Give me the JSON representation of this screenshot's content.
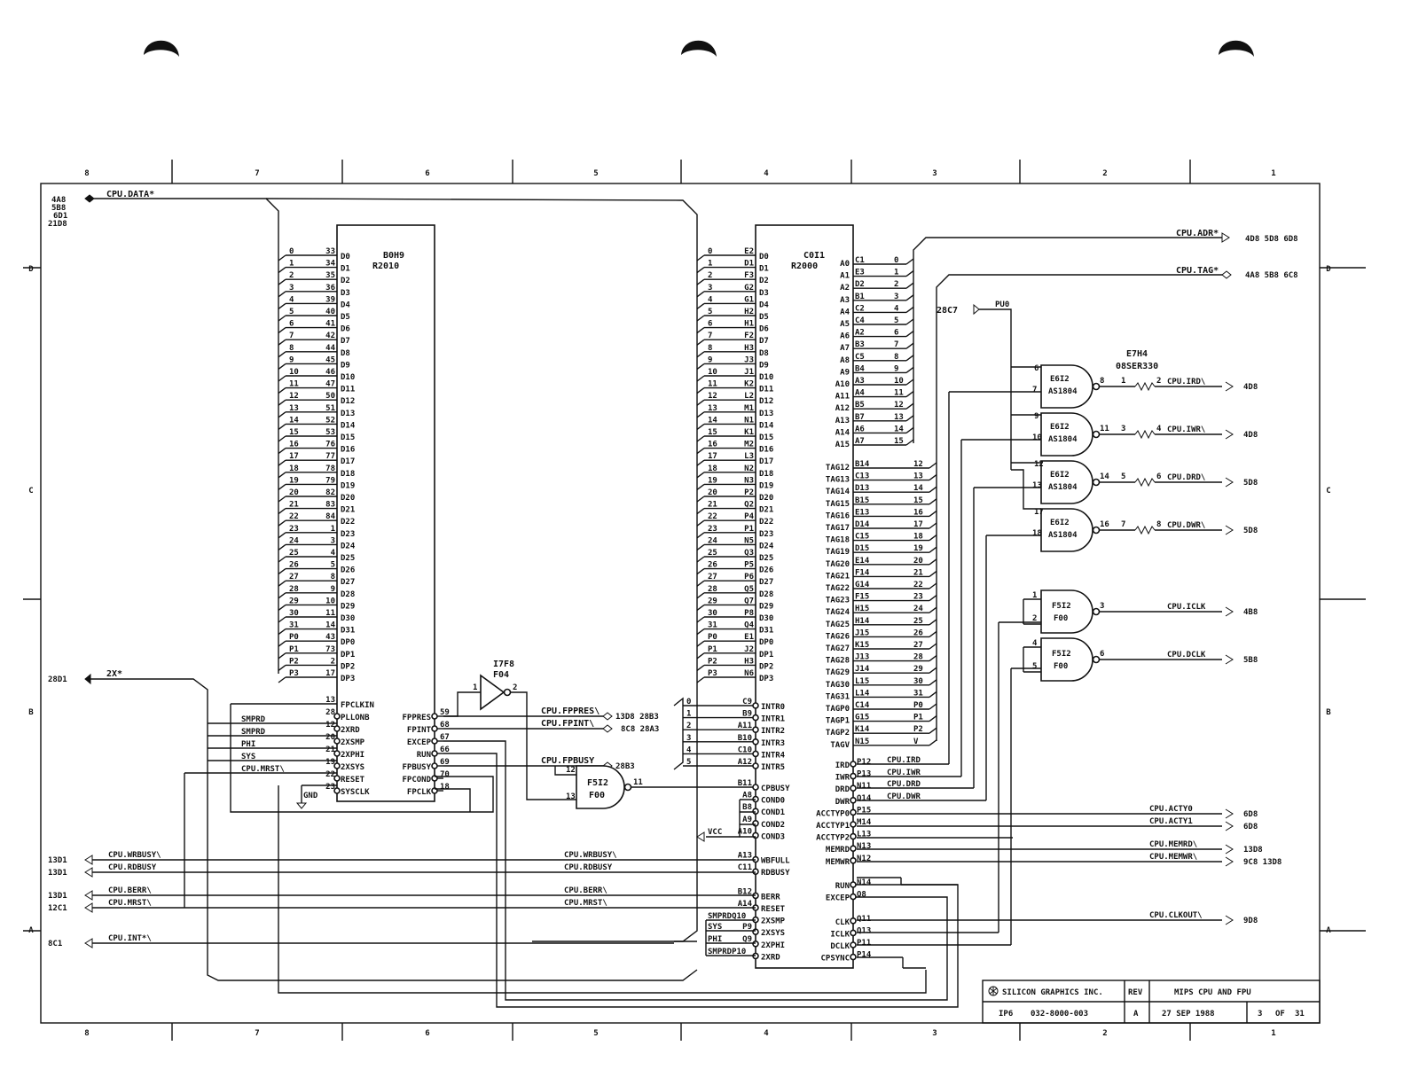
{
  "frame": {
    "col_labels": [
      "8",
      "7",
      "6",
      "5",
      "4",
      "3",
      "2",
      "1"
    ],
    "row_labels": [
      "D",
      "C",
      "B",
      "A"
    ]
  },
  "nets": {
    "cpu_data": "CPU.DATA*",
    "cpu_data_refs": [
      "4A8",
      "5B8",
      "6D1",
      "21D8"
    ],
    "cpu_adr": "CPU.ADR*",
    "cpu_adr_refs": "4D8  5D8  6D8",
    "cpu_tag": "CPU.TAG*",
    "cpu_tag_refs": "4A8  5B8  6C8",
    "pu0_ref": "28C7",
    "pu0": "PU0",
    "x2_ref": "28D1",
    "x2": "2X*",
    "fppres": "CPU.FPPRES\\",
    "fppres_ref": "13D8 28B3",
    "fpint": "CPU.FPINT\\",
    "fpint_ref": "8C8 28A3",
    "fpbusy": "CPU.FPBUSY",
    "fpbusy_ref": "28B3",
    "gnd": "GND",
    "vcc": "VCC",
    "left_in": [
      {
        "ref": "13D1",
        "name": "CPU.WRBUSY\\"
      },
      {
        "ref": "13D1",
        "name": "CPU.RDBUSY"
      },
      {
        "ref": "13D1",
        "name": "CPU.BERR\\"
      },
      {
        "ref": "12C1",
        "name": "CPU.MRST\\"
      },
      {
        "ref": "8C1",
        "name": "CPU.INT*\\"
      }
    ],
    "mid_bus": [
      "CPU.WRBUSY\\",
      "CPU.RDBUSY",
      "CPU.BERR\\",
      "CPU.MRST\\"
    ],
    "fp_ctrl": [
      "SMPRD",
      "SMPRD",
      "PHI",
      "SYS",
      "CPU.MRST\\"
    ],
    "cpu_ctrl_in": [
      "SMPRDQ10",
      "SYS",
      "PHI",
      "SMPRDP10"
    ],
    "cpu_ctrl_pins": [
      "",
      "P9",
      "Q9",
      ""
    ],
    "strobes": [
      "CPU.IRD",
      "CPU.IWR",
      "CPU.DRD",
      "CPU.DWR"
    ],
    "right_out": [
      {
        "name": "CPU.IRD\\",
        "ref": "4D8"
      },
      {
        "name": "CPU.IWR\\",
        "ref": "4D8"
      },
      {
        "name": "CPU.DRD\\",
        "ref": "5D8"
      },
      {
        "name": "CPU.DWR\\",
        "ref": "5D8"
      },
      {
        "name": "CPU.ICLK",
        "ref": "4B8"
      },
      {
        "name": "CPU.DCLK",
        "ref": "5B8"
      },
      {
        "name": "CPU.ACTY0",
        "ref": "6D8"
      },
      {
        "name": "CPU.ACTY1",
        "ref": "6D8"
      },
      {
        "name": "CPU.MEMRD\\",
        "ref": "13D8"
      },
      {
        "name": "CPU.MEMWR\\",
        "ref": "9C8 13D8"
      },
      {
        "name": "CPU.CLKOUT\\",
        "ref": "9D8"
      }
    ]
  },
  "fpu": {
    "ref": "B0H9",
    "part": "R2010",
    "bus_nums": [
      "0",
      "1",
      "2",
      "3",
      "4",
      "5",
      "6",
      "7",
      "8",
      "9",
      "10",
      "11",
      "12",
      "13",
      "14",
      "15",
      "16",
      "17",
      "18",
      "19",
      "20",
      "21",
      "22",
      "23",
      "24",
      "25",
      "26",
      "27",
      "28",
      "29",
      "30",
      "31",
      "P0",
      "P1",
      "P2",
      "P3"
    ],
    "pins": [
      "33",
      "34",
      "35",
      "36",
      "39",
      "40",
      "41",
      "42",
      "44",
      "45",
      "46",
      "47",
      "50",
      "51",
      "52",
      "53",
      "76",
      "77",
      "78",
      "79",
      "82",
      "83",
      "84",
      "1",
      "3",
      "4",
      "5",
      "8",
      "9",
      "10",
      "11",
      "14",
      "43",
      "73",
      "2",
      "17"
    ],
    "names": [
      "D0",
      "D1",
      "D2",
      "D3",
      "D4",
      "D5",
      "D6",
      "D7",
      "D8",
      "D9",
      "D10",
      "D11",
      "D12",
      "D13",
      "D14",
      "D15",
      "D16",
      "D17",
      "D18",
      "D19",
      "D20",
      "D21",
      "D22",
      "D23",
      "D24",
      "D25",
      "D26",
      "D27",
      "D28",
      "D29",
      "D30",
      "D31",
      "DP0",
      "DP1",
      "DP2",
      "DP3"
    ],
    "left_ctrl": [
      {
        "pin": "13",
        "name": "FPCLKIN"
      },
      {
        "pin": "28",
        "name": "PLLONB"
      },
      {
        "pin": "12",
        "name": "2XRD"
      },
      {
        "pin": "20",
        "name": "2XSMP"
      },
      {
        "pin": "21",
        "name": "2XPHI"
      },
      {
        "pin": "19",
        "name": "2XSYS"
      },
      {
        "pin": "22",
        "name": "RESET"
      },
      {
        "pin": "23",
        "name": "SYSCLK"
      }
    ],
    "right_ctrl": [
      {
        "pin": "59",
        "name": "FPPRES"
      },
      {
        "pin": "68",
        "name": "FPINT"
      },
      {
        "pin": "67",
        "name": "EXCEP"
      },
      {
        "pin": "66",
        "name": "RUN"
      },
      {
        "pin": "69",
        "name": "FPBUSY"
      },
      {
        "pin": "70",
        "name": "FPCOND"
      },
      {
        "pin": "18",
        "name": "FPCLK"
      }
    ]
  },
  "inverter": {
    "ref": "I7F8",
    "part": "F04",
    "pin_in": "1",
    "pin_out": "2"
  },
  "busy_gate": {
    "ref": "F5I2",
    "part": "F00",
    "pins": [
      "12",
      "13",
      "11"
    ]
  },
  "cpu": {
    "ref": "C0I1",
    "part": "R2000",
    "bus_nums": [
      "0",
      "1",
      "2",
      "3",
      "4",
      "5",
      "6",
      "7",
      "8",
      "9",
      "10",
      "11",
      "12",
      "13",
      "14",
      "15",
      "16",
      "17",
      "18",
      "19",
      "20",
      "21",
      "22",
      "23",
      "24",
      "25",
      "26",
      "27",
      "28",
      "29",
      "30",
      "31",
      "P0",
      "P1",
      "P2",
      "P3"
    ],
    "dpins": [
      "E2",
      "D1",
      "F3",
      "G2",
      "G1",
      "H2",
      "H1",
      "F2",
      "H3",
      "J3",
      "J1",
      "K2",
      "L2",
      "M1",
      "N1",
      "K1",
      "M2",
      "L3",
      "N2",
      "N3",
      "P2",
      "Q2",
      "P4",
      "P1",
      "N5",
      "Q3",
      "P5",
      "P6",
      "Q5",
      "Q7",
      "P8",
      "Q4",
      "E1",
      "J2",
      "H3",
      "N6"
    ],
    "dnames": [
      "D0",
      "D1",
      "D2",
      "D3",
      "D4",
      "D5",
      "D6",
      "D7",
      "D8",
      "D9",
      "D10",
      "D11",
      "D12",
      "D13",
      "D14",
      "D15",
      "D16",
      "D17",
      "D18",
      "D19",
      "D20",
      "D21",
      "D22",
      "D23",
      "D24",
      "D25",
      "D26",
      "D27",
      "D28",
      "D29",
      "D30",
      "D31",
      "DP0",
      "DP1",
      "DP2",
      "DP3"
    ],
    "int_nums": [
      "0",
      "1",
      "2",
      "3",
      "4",
      "5"
    ],
    "int_pins": [
      "C9",
      "B9",
      "A11",
      "B10",
      "C10",
      "A12"
    ],
    "int_names": [
      "INTR0",
      "INTR1",
      "INTR2",
      "INTR3",
      "INTR4",
      "INTR5"
    ],
    "left_lower": [
      {
        "pin": "B11",
        "name": "CPBUSY"
      },
      {
        "pin": "A8",
        "name": "COND0"
      },
      {
        "pin": "B8",
        "name": "COND1"
      },
      {
        "pin": "A9",
        "name": "COND2"
      },
      {
        "pin": "A10",
        "name": "COND3"
      },
      {
        "pin": "",
        "name": ""
      },
      {
        "pin": "A13",
        "name": "WBFULL"
      },
      {
        "pin": "C11",
        "name": "RDBUSY"
      },
      {
        "pin": "",
        "name": ""
      },
      {
        "pin": "B12",
        "name": "BERR"
      },
      {
        "pin": "A14",
        "name": "RESET"
      },
      {
        "pin": "",
        "name": "2XSMP"
      },
      {
        "pin": "",
        "name": "2XSYS"
      },
      {
        "pin": "",
        "name": "2XPHI"
      },
      {
        "pin": "",
        "name": "2XRD"
      }
    ],
    "addr_names": [
      "A0",
      "A1",
      "A2",
      "A3",
      "A4",
      "A5",
      "A6",
      "A7",
      "A8",
      "A9",
      "A10",
      "A11",
      "A12",
      "A13",
      "A14",
      "A15"
    ],
    "addr_pins": [
      "C1",
      "E3",
      "D2",
      "B1",
      "C2",
      "C4",
      "A2",
      "B3",
      "C5",
      "B4",
      "A3",
      "A4",
      "B5",
      "B7",
      "A6",
      "A7"
    ],
    "addr_nums": [
      "0",
      "1",
      "2",
      "3",
      "4",
      "5",
      "6",
      "7",
      "8",
      "9",
      "10",
      "11",
      "12",
      "13",
      "14",
      "15"
    ],
    "tag_names": [
      "TAG12",
      "TAG13",
      "TAG14",
      "TAG15",
      "TAG16",
      "TAG17",
      "TAG18",
      "TAG19",
      "TAG20",
      "TAG21",
      "TAG22",
      "TAG23",
      "TAG24",
      "TAG25",
      "TAG26",
      "TAG27",
      "TAG28",
      "TAG29",
      "TAG30",
      "TAG31",
      "TAGP0",
      "TAGP1",
      "TAGP2",
      "TAGV"
    ],
    "tag_pins": [
      "B14",
      "C13",
      "D13",
      "B15",
      "E13",
      "D14",
      "C15",
      "D15",
      "E14",
      "F14",
      "G14",
      "F15",
      "H15",
      "H14",
      "J15",
      "K15",
      "J13",
      "J14",
      "L15",
      "L14",
      "C14",
      "G15",
      "K14",
      "N15"
    ],
    "tag_nums": [
      "12",
      "13",
      "14",
      "15",
      "16",
      "17",
      "18",
      "19",
      "20",
      "21",
      "22",
      "23",
      "24",
      "25",
      "26",
      "27",
      "28",
      "29",
      "30",
      "31",
      "P0",
      "P1",
      "P2",
      "V"
    ],
    "right_ctrl": [
      {
        "name": "IRD",
        "pin": "P12"
      },
      {
        "name": "IWR",
        "pin": "P13"
      },
      {
        "name": "DRD",
        "pin": "N11"
      },
      {
        "name": "DWR",
        "pin": "Q14"
      },
      {
        "name": "ACCTYP0",
        "pin": "P15"
      },
      {
        "name": "ACCTYP1",
        "pin": "M14"
      },
      {
        "name": "ACCTYP2",
        "pin": "L13"
      },
      {
        "name": "MEMRD",
        "pin": "N13"
      },
      {
        "name": "MEMWR",
        "pin": "N12"
      },
      {
        "name": "",
        "pin": ""
      },
      {
        "name": "RUN",
        "pin": "N14"
      },
      {
        "name": "EXCEP",
        "pin": "Q8"
      },
      {
        "name": "",
        "pin": ""
      },
      {
        "name": "CLK",
        "pin": "Q11"
      },
      {
        "name": "ICLK",
        "pin": "Q13"
      },
      {
        "name": "DCLK",
        "pin": "P11"
      },
      {
        "name": "CPSYNC",
        "pin": "P14"
      }
    ]
  },
  "strobe_gates": [
    {
      "ref": "E6I2",
      "part": "AS1804",
      "in_a": "6",
      "in_b": "7",
      "out": "8"
    },
    {
      "ref": "E6I2",
      "part": "AS1804",
      "in_a": "9",
      "in_b": "10",
      "out": "11"
    },
    {
      "ref": "E6I2",
      "part": "AS1804",
      "in_a": "12",
      "in_b": "13",
      "out": "14"
    },
    {
      "ref": "E6I2",
      "part": "AS1804",
      "in_a": "17",
      "in_b": "18",
      "out": "16"
    }
  ],
  "resistor_pack": {
    "ref": "E7H4",
    "part": "08SER330",
    "pins": [
      [
        "1",
        "2"
      ],
      [
        "3",
        "4"
      ],
      [
        "5",
        "6"
      ],
      [
        "7",
        "8"
      ]
    ]
  },
  "clock_gates": [
    {
      "ref": "F5I2",
      "part": "F00",
      "in_a": "1",
      "in_b": "2",
      "out": "3"
    },
    {
      "ref": "F5I2",
      "part": "F00",
      "in_a": "4",
      "in_b": "5",
      "out": "6"
    }
  ],
  "title_block": {
    "company": "SILICON GRAPHICS INC.",
    "rev_label": "REV",
    "title": "MIPS CPU AND FPU",
    "project": "IP6",
    "drawing_no": "032-8000-003",
    "rev": "A",
    "date": "27 SEP 1988",
    "sheet": "3",
    "of_word": "OF",
    "total": "31"
  }
}
